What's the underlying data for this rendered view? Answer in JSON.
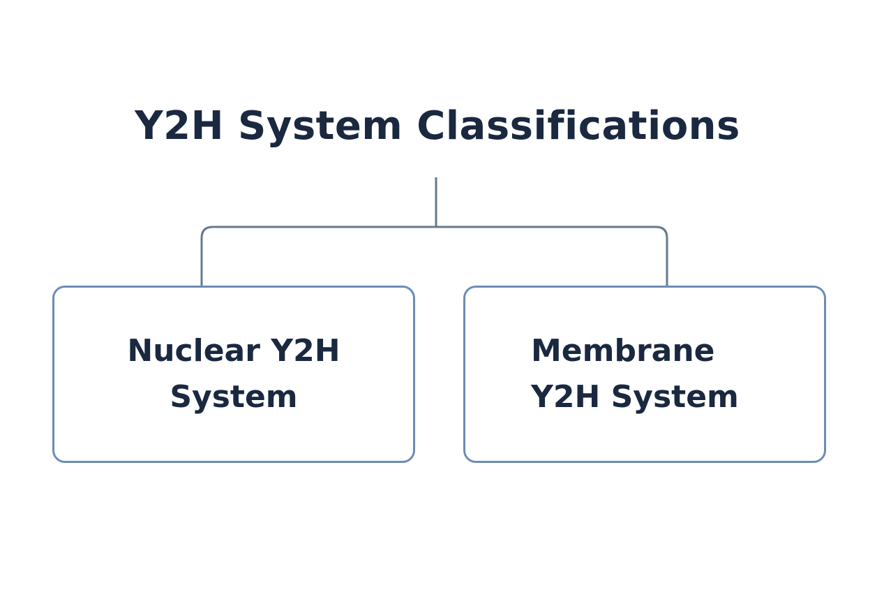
{
  "title": "Y2H System Classifications",
  "nodes": [
    {
      "line1": "Nuclear Y2H",
      "line2": "System"
    },
    {
      "line1": "Membrane",
      "line2": "Y2H System"
    }
  ],
  "colors": {
    "text": "#1a2840",
    "connector": "#66788f",
    "box_border": "#6b8db5"
  }
}
